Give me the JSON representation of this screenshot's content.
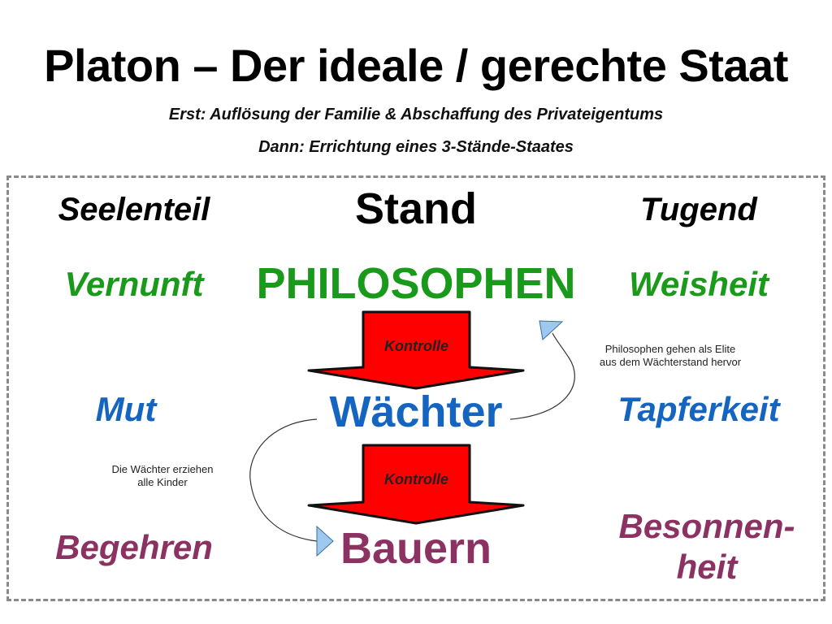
{
  "header": {
    "title": "Platon – Der ideale / gerechte Staat",
    "subtitle_1": "Erst: Auflösung der Familie & Abschaffung des Privateigentums",
    "subtitle_2": "Dann: Errichtung eines 3-Stände-Staates"
  },
  "columns": {
    "left": "Seelenteil",
    "center": "Stand",
    "right": "Tugend"
  },
  "rows": [
    {
      "seelenteil": "Vernunft",
      "stand": "PHILOSOPHEN",
      "tugend": "Weisheit",
      "color": "#1a9a1a"
    },
    {
      "seelenteil": "Mut",
      "stand": "Wächter",
      "tugend": "Tapferkeit",
      "color": "#1565c0"
    },
    {
      "seelenteil": "Begehren",
      "stand": "Bauern",
      "tugend_line1": "Besonnen-",
      "tugend_line2": "heit",
      "color": "#8b3262"
    }
  ],
  "arrows": {
    "top_label": "Kontrolle",
    "bottom_label": "Kontrolle",
    "fill_color": "#ff0000"
  },
  "notes": {
    "right_line1": "Philosophen gehen als Elite",
    "right_line2": "aus dem Wächterstand hervor",
    "left_line1": "Die Wächter erziehen",
    "left_line2": "alle Kinder"
  }
}
